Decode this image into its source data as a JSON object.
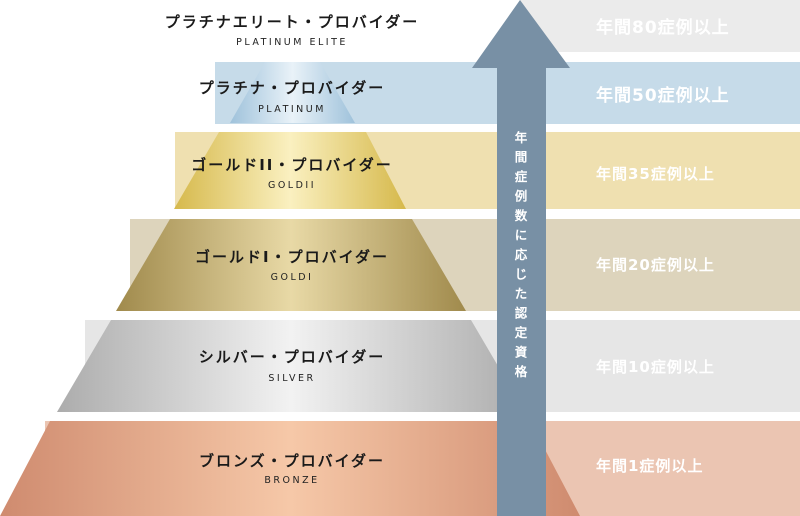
{
  "tiers": [
    {
      "name": "プラチナエリート・プロバイダー",
      "sub": "PLATINUM ELITE",
      "req": "年間80症例以上",
      "band": "#ebebeb"
    },
    {
      "name": "プラチナ・プロバイダー",
      "sub": "PLATINUM",
      "req": "年間50症例以上",
      "band": "#c6dbe9"
    },
    {
      "name": "ゴールドII・プロバイダー",
      "sub": "GOLDII",
      "req": "年間35症例以上",
      "band": "#efe0b0"
    },
    {
      "name": "ゴールドI・プロバイダー",
      "sub": "GOLDI",
      "req": "年間20症例以上",
      "band": "#ddd4bc"
    },
    {
      "name": "シルバー・プロバイダー",
      "sub": "SILVER",
      "req": "年間10症例以上",
      "band": "#e6e6e6"
    },
    {
      "name": "ブロンズ・プロバイダー",
      "sub": "BRONZE",
      "req": "年間1症例以上",
      "band": "#ebc5b2"
    }
  ],
  "arrow": {
    "label": "年間症例数に応じた認定資格",
    "color": "#7890a5"
  }
}
